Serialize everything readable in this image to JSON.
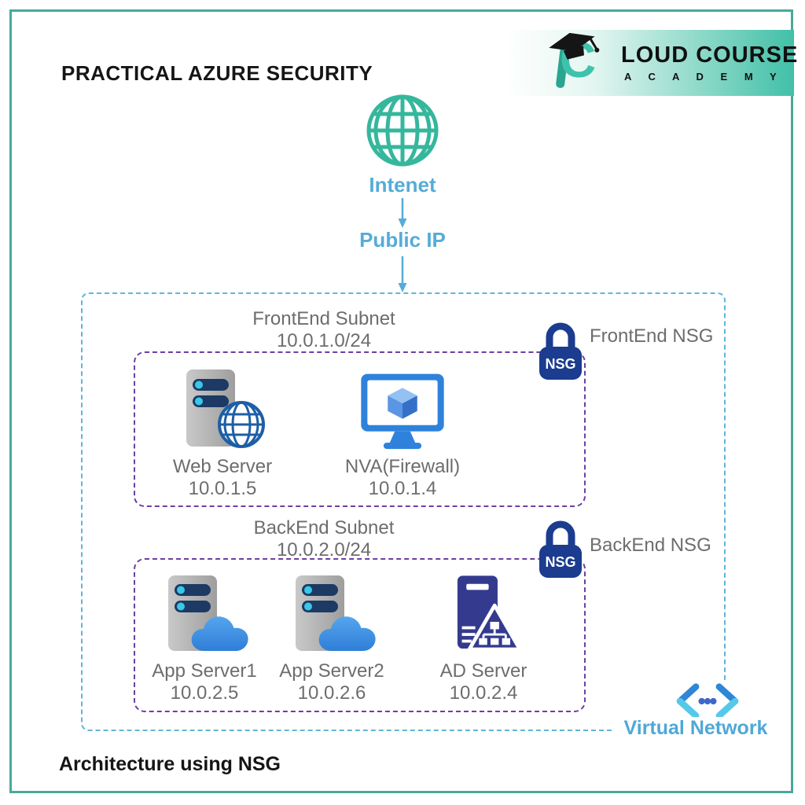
{
  "page": {
    "title": "PRACTICAL AZURE SECURITY",
    "footer": "Architecture using NSG"
  },
  "logo": {
    "name_main": "LOUD COURSE",
    "name_sub": "A C A D E M Y"
  },
  "internet": {
    "label": "Intenet"
  },
  "public_ip": {
    "label": "Public IP"
  },
  "vnet": {
    "label": "Virtual Network"
  },
  "frontend_subnet": {
    "title": "FrontEnd Subnet",
    "cidr": "10.0.1.0/24",
    "nsg_badge": "NSG",
    "nsg_label": "FrontEnd NSG",
    "nodes": [
      {
        "label": "Web Server",
        "ip": "10.0.1.5"
      },
      {
        "label": "NVA(Firewall)",
        "ip": "10.0.1.4"
      }
    ]
  },
  "backend_subnet": {
    "title": "BackEnd Subnet",
    "cidr": "10.0.2.0/24",
    "nsg_badge": "NSG",
    "nsg_label": "BackEnd NSG",
    "nodes": [
      {
        "label": "App Server1",
        "ip": "10.0.2.5"
      },
      {
        "label": "App Server2",
        "ip": "10.0.2.6"
      },
      {
        "label": "AD Server",
        "ip": "10.0.2.4"
      }
    ]
  },
  "colors": {
    "brand_teal": "#41C0A8",
    "frame_teal": "#49A99B",
    "globe_teal": "#35B79C",
    "accent_blue_text": "#55ACD8",
    "vnet_border_blue": "#5FB6D8",
    "subnet_border_purple": "#6C3FA4",
    "nsg_navy": "#1B3C8F",
    "ad_server_navy": "#343B8E",
    "azure_blue": "#2E82DC",
    "text_gray": "#6D6D6D"
  }
}
